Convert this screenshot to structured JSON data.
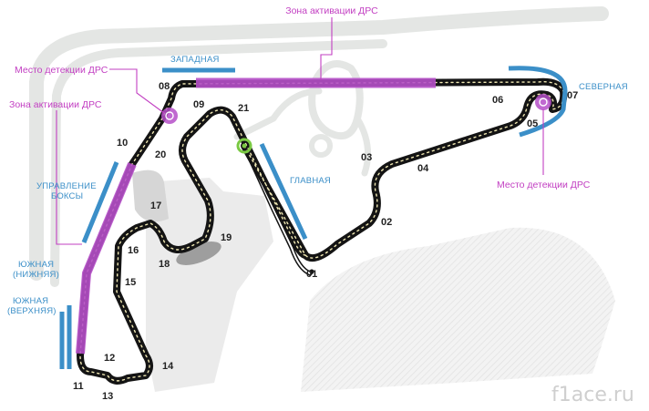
{
  "colors": {
    "track": "#141414",
    "kerb": "#f1e9b4",
    "drs_zone": "#b54fc8",
    "drs_text": "#c23fc2",
    "grandstand": "#3b8fc8",
    "background_roads": "#e4e6e4",
    "buildings": "#dedede",
    "start_line": "#7ac943"
  },
  "drs": {
    "zone_top": "Зона активации ДРС",
    "zone_left": "Зона активации ДРС",
    "detect_left": "Место детекции ДРС",
    "detect_right": "Место детекции ДРС"
  },
  "grandstands": {
    "west": "ЗАПАДНАЯ",
    "north": "СЕВЕРНАЯ",
    "main": "ГЛАВНАЯ",
    "pits_line1": "УПРАВЛЕНИЕ",
    "pits_line2": "БОКСЫ",
    "south_lower_line1": "ЮЖНАЯ",
    "south_lower_line2": "(НИЖНЯЯ)",
    "south_upper_line1": "ЮЖНАЯ",
    "south_upper_line2": "(ВЕРХНЯЯ)"
  },
  "turns": {
    "t01": "01",
    "t02": "02",
    "t03": "03",
    "t04": "04",
    "t05": "05",
    "t06": "06",
    "t07": "07",
    "t08": "08",
    "t09": "09",
    "t10": "10",
    "t11": "11",
    "t12": "12",
    "t13": "13",
    "t14": "14",
    "t15": "15",
    "t16": "16",
    "t17": "17",
    "t18": "18",
    "t19": "19",
    "t20": "20",
    "t21": "21"
  },
  "watermark": "f1ace.ru",
  "icons": {
    "start": "start-finish-icon"
  }
}
